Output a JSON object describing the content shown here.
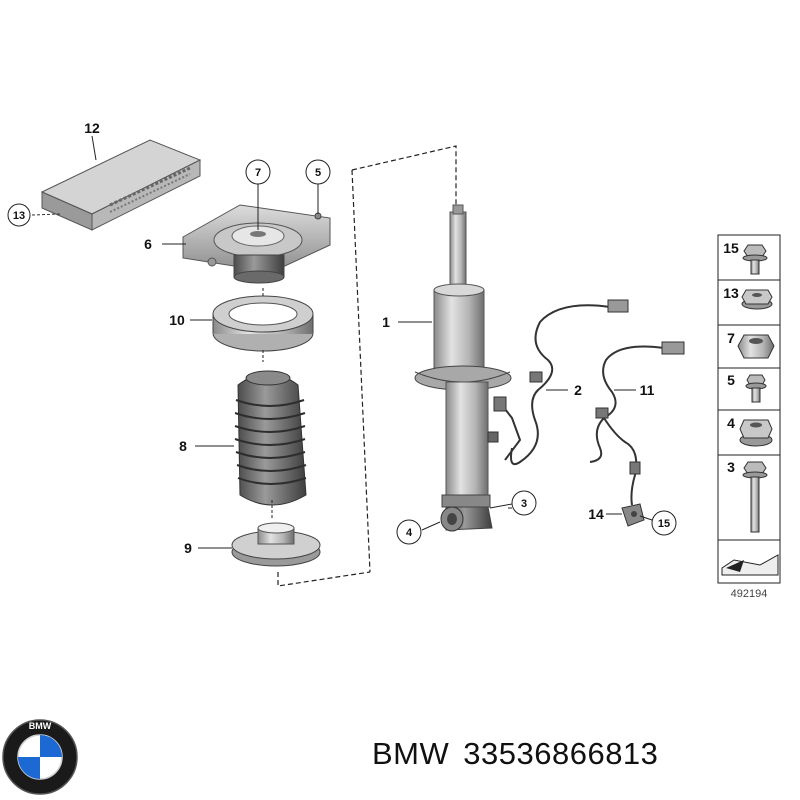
{
  "callouts": {
    "c1": "1",
    "c2": "2",
    "c3": "3",
    "c4": "4",
    "c5": "5",
    "c6": "6",
    "c7": "7",
    "c8": "8",
    "c9": "9",
    "c10": "10",
    "c11": "11",
    "c12": "12",
    "c13": "13",
    "c14": "14",
    "c15": "15"
  },
  "fasteners": [
    {
      "label": "15",
      "icon": "hex-flange-bolt-icon"
    },
    {
      "label": "13",
      "icon": "hex-flange-nut-icon"
    },
    {
      "label": "7",
      "icon": "hex-nut-icon"
    },
    {
      "label": "5",
      "icon": "short-bolt-icon"
    },
    {
      "label": "4",
      "icon": "flange-nut-icon"
    },
    {
      "label": "3",
      "icon": "long-bolt-icon"
    }
  ],
  "diagram_id": "492194",
  "brand": {
    "logo_letters": "BMW",
    "name": "BMW",
    "part_number": "33536866813",
    "colors": {
      "blue": "#1c69d4",
      "ring": "#1a1a1a"
    }
  }
}
